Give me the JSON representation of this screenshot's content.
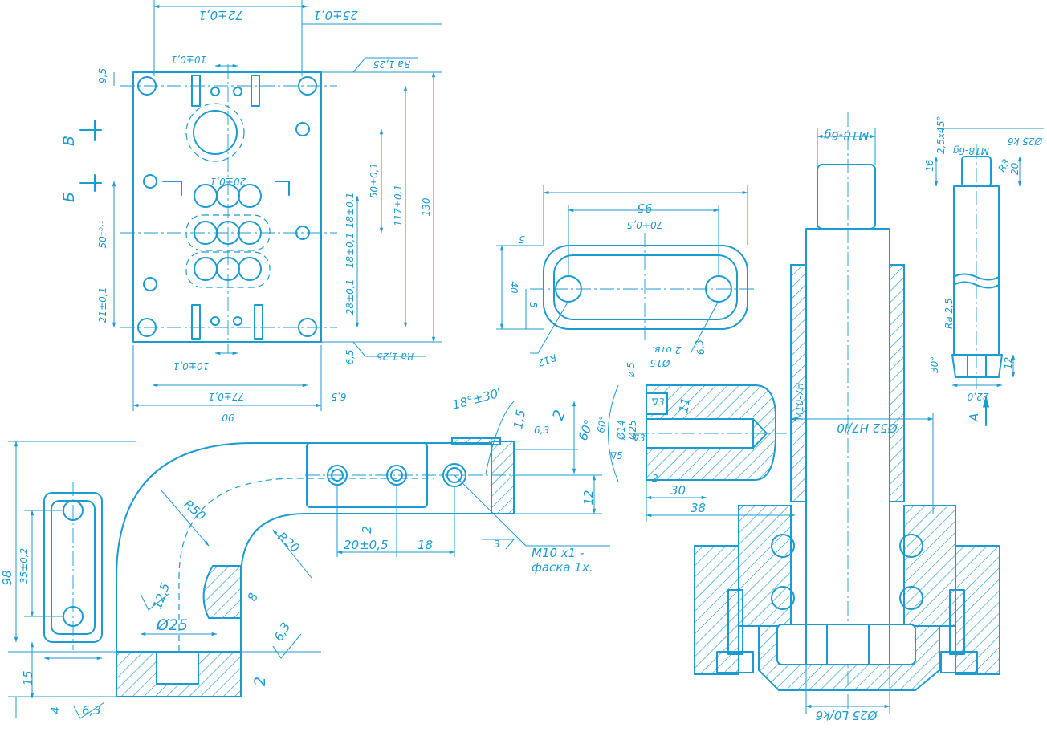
{
  "colors": {
    "ink": "#1b9bd0",
    "paper": "#ffffff"
  },
  "plate": {
    "dims": {
      "top_72": "72±0,1",
      "top_25": "25±0,1",
      "holes_10_top": "10±0,1",
      "ra_top": "Ra 1,25",
      "h_95": "9,5",
      "holes_20": "20±0,1",
      "v_50_top": "50±0,1",
      "v_117": "117±0,1",
      "v_130": "130",
      "v_50_left": "50⁻⁰·¹",
      "v_18a": "18±0,1",
      "v_18b": "18±0,1",
      "v_28": "28±0,1",
      "v_21": "21±0,1",
      "v_65_right": "6,5",
      "ra_bottom": "Ra 1,25",
      "holes_10_bottom": "10±0,1",
      "bot_77": "77±0,1",
      "bot_65": "6,5",
      "bot_90": "90"
    },
    "section_marks": {
      "b": "Б",
      "v": "В"
    }
  },
  "link_plate": {
    "dims": {
      "d95": "95",
      "d70": "70±0,5",
      "d5": "5",
      "d40": "40",
      "d5b": "5",
      "r12": "R12",
      "d15": "Ø15",
      "d15b": "2 отв.",
      "d63": "6,3"
    }
  },
  "elbow": {
    "dims": {
      "r50": "R50",
      "r20": "R20",
      "c25": "Ø25",
      "s125": "12,5",
      "s8": "8",
      "s63": "6,3",
      "s2": "2",
      "s15": "15",
      "s4": "4",
      "s63b": "6,3",
      "d20": "20±0,5",
      "d18": "18",
      "d2": "2",
      "d12": "12",
      "d60deg": "60°",
      "d18deg": "18°±30'",
      "d15b": "1,5",
      "d2b": "2",
      "d63c": "6,3",
      "m10": "M10 x1 -",
      "chamfer": "фаска 1х.",
      "v3": "3",
      "v98": "98",
      "v35": "35±0,2"
    }
  },
  "bolt_detail": {
    "dims": {
      "d5": "ø 5",
      "d60": "60°",
      "d14": "Ø14",
      "d25": "Ø25",
      "v3a": "∇3",
      "v3b": "∇3",
      "v5": "∇5",
      "d30": "30",
      "d38": "38",
      "d11": "11",
      "d2": "2"
    }
  },
  "shaft_assembly": {
    "dims": {
      "thread": "M18-6g",
      "fit_top": "Ø52 H7/l0",
      "fit_bottom": "Ø25 L0/k6",
      "fit_left": "M10-7H"
    }
  },
  "shaft": {
    "dims": {
      "chamfer": "2,5x45°",
      "thread": "M18-6g",
      "fit": "Ø25 k6",
      "h16": "16",
      "h20": "20",
      "r03": "R3",
      "ra": "Ra 2,5",
      "h30deg": "30°",
      "h12": "12",
      "d22": "22,0",
      "view_a": "A"
    }
  }
}
